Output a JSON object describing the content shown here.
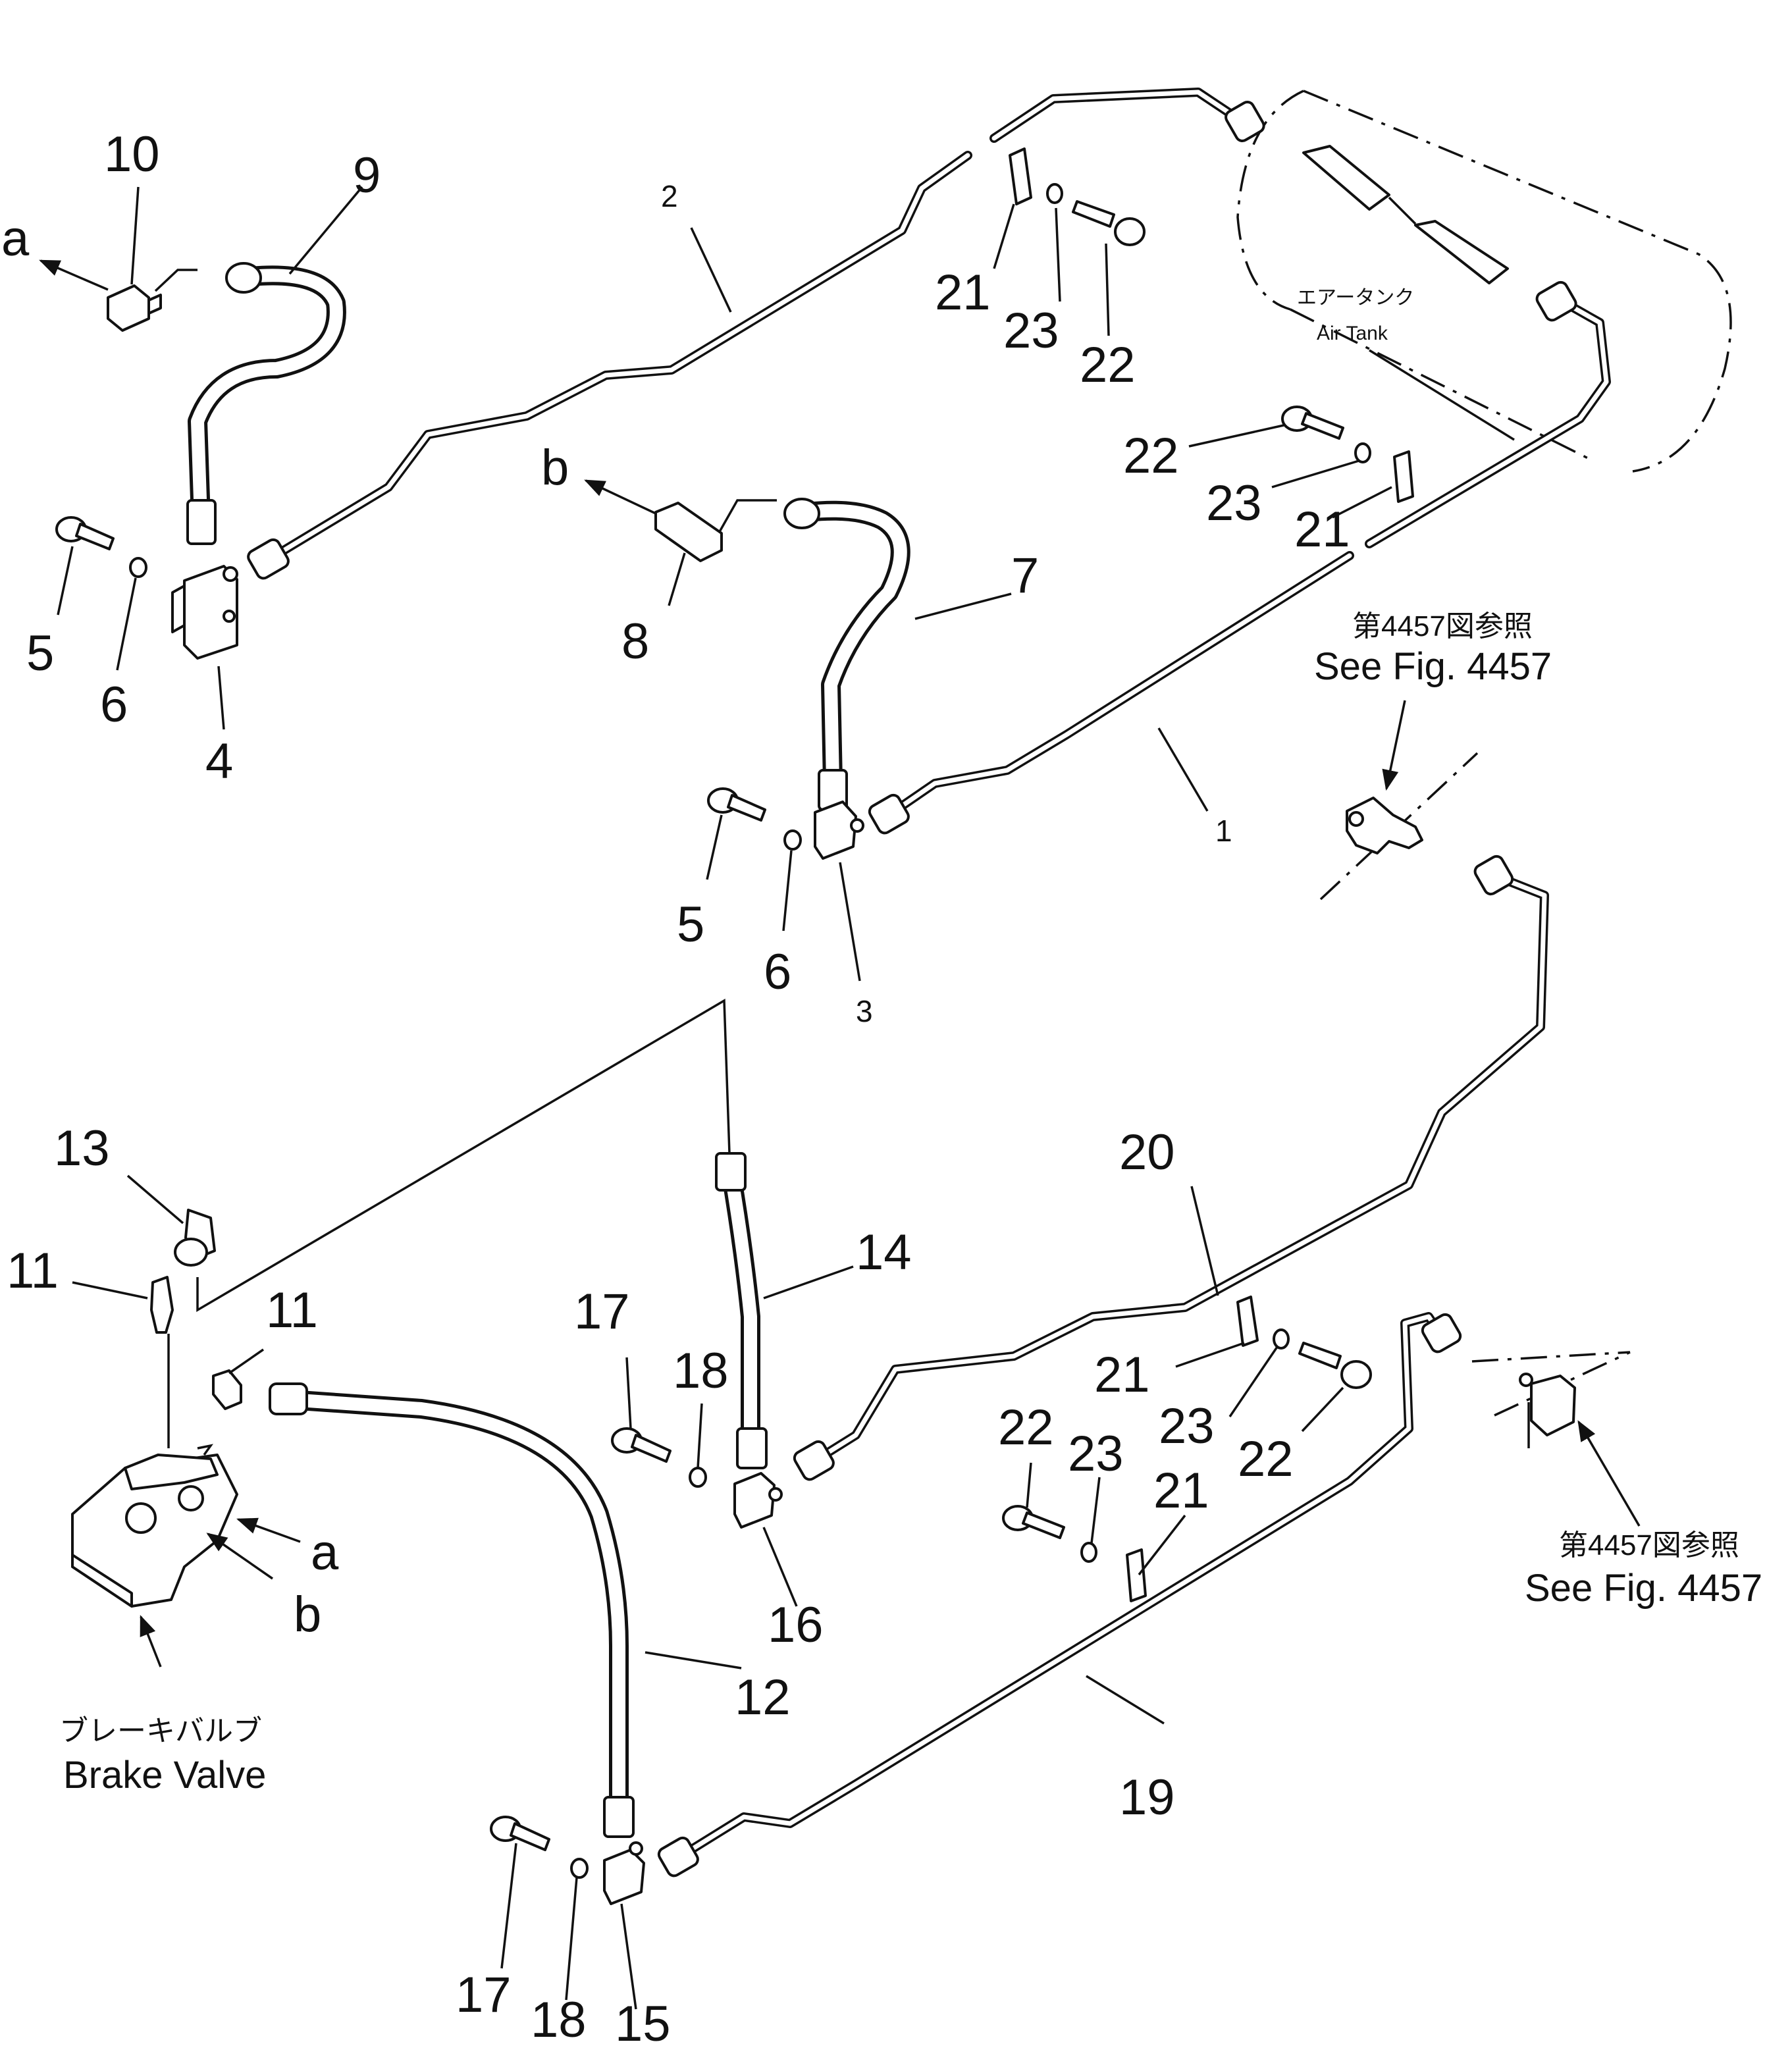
{
  "diagram": {
    "callouts": {
      "c1": "1",
      "c2": "2",
      "c3": "3",
      "c4": "4",
      "c5a": "5",
      "c5b": "5",
      "c6a": "6",
      "c6b": "6",
      "c7": "7",
      "c8": "8",
      "c9": "9",
      "c10": "10",
      "c11a": "11",
      "c11b": "11",
      "c12": "12",
      "c13": "13",
      "c14": "14",
      "c15": "15",
      "c16": "16",
      "c17a": "17",
      "c17b": "17",
      "c18a": "18",
      "c18b": "18",
      "c19": "19",
      "c20": "20",
      "c21a": "21",
      "c21b": "21",
      "c21c": "21",
      "c21d": "21",
      "c22a": "22",
      "c22b": "22",
      "c22c": "22",
      "c22d": "22",
      "c23a": "23",
      "c23b": "23",
      "c23c": "23",
      "c23d": "23",
      "ca1": "a",
      "ca2": "a",
      "cb1": "b",
      "cb2": "b"
    },
    "labels": {
      "air_tank_jp": "エアータンク",
      "air_tank_en": "Air Tank",
      "see_fig_jp_1": "第4457図参照",
      "see_fig_en_1": "See Fig. 4457",
      "see_fig_jp_2": "第4457図参照",
      "see_fig_en_2": "See Fig. 4457",
      "brake_valve_jp": "ブレーキバルブ",
      "brake_valve_en": "Brake Valve"
    }
  }
}
